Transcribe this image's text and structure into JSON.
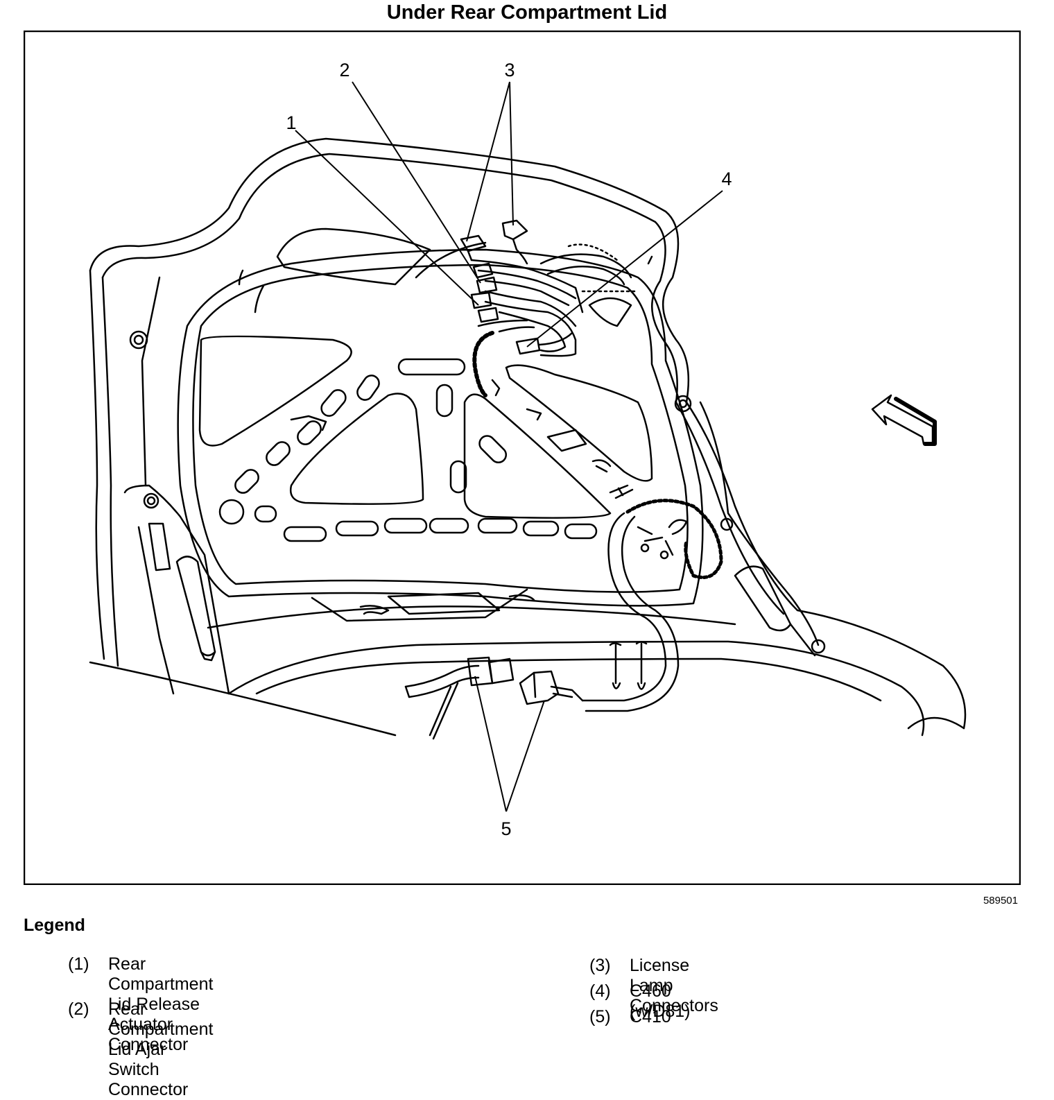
{
  "title": "Under Rear Compartment Lid",
  "figure_number": "589501",
  "callouts": [
    "1",
    "2",
    "3",
    "4",
    "5"
  ],
  "legend": {
    "heading": "Legend",
    "items": [
      {
        "num": "(1)",
        "line1": "Rear Compartment Lid Release Actuator",
        "line2": "Connector"
      },
      {
        "num": "(2)",
        "line1": "Rear Compartment Lid Ajar Switch",
        "line2": "Connector"
      },
      {
        "num": "(3)",
        "line1": "License Lamp Connectors",
        "line2": ""
      },
      {
        "num": "(4)",
        "line1": "C460 (w/D81)",
        "line2": ""
      },
      {
        "num": "(5)",
        "line1": "C410",
        "line2": ""
      }
    ]
  }
}
